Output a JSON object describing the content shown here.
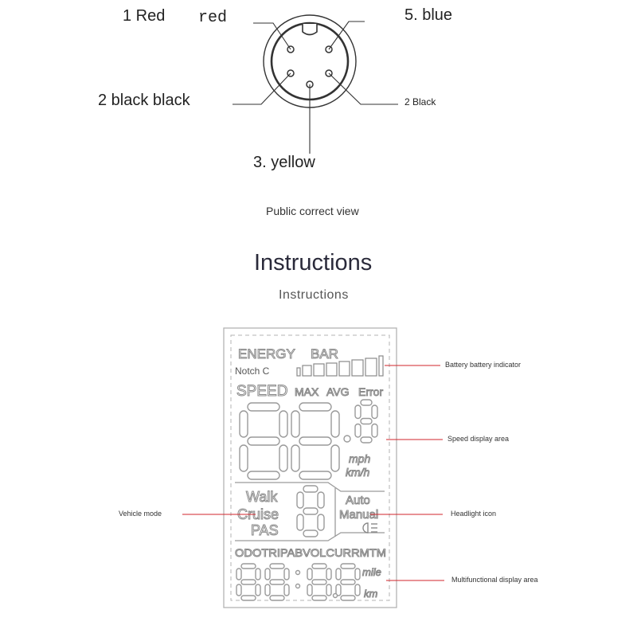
{
  "connector": {
    "pins": [
      {
        "id": "pin1",
        "label": "1 Red",
        "note": "red"
      },
      {
        "id": "pin5",
        "label": "5. blue"
      },
      {
        "id": "pin2",
        "label": "2 black black"
      },
      {
        "id": "pin4",
        "label": "2 Black"
      },
      {
        "id": "pin3",
        "label": "3. yellow"
      }
    ],
    "caption": "Public correct view"
  },
  "instructions": {
    "title": "Instructions",
    "subtitle": "Instructions"
  },
  "lcd": {
    "energy_label": "ENERGY",
    "bar_label": "BAR",
    "notch_label": "Notch C",
    "speed_label": "SPEED",
    "max_label": "MAX",
    "avg_label": "AVG",
    "error_label": "Error",
    "mph_label": "mph",
    "kmh_label": "km/h",
    "walk_label": "Walk",
    "cruise_label": "Cruise",
    "pas_label": "PAS",
    "auto_label": "Auto",
    "manual_label": "Manual",
    "mode_labels": "ODOTRIPABVOLCURRMTM",
    "mile_label": "mile",
    "km_label": "km"
  },
  "callouts": {
    "battery": "Battery battery indicator",
    "speed": "Speed display area",
    "vehicle_mode": "Vehicle mode",
    "headlight": "Headlight icon",
    "multifunction": "Multifunctional display area"
  },
  "colors": {
    "callout_line": "#d0262b",
    "pin_line": "#333333",
    "lcd_border": "#b3b3b3"
  }
}
